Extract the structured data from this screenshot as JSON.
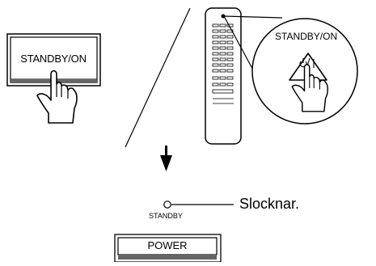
{
  "panel_button_label": "STANDBY/ON",
  "callout_label": "STANDBY/ON",
  "remote_button_symbol": "⏻/I",
  "standby_indicator_label": "STANDBY",
  "status_text": "Slocknar.",
  "power_button_label": "POWER",
  "icons": [
    "hand-pointer-icon",
    "down-arrow-icon",
    "indicator-lamp-icon",
    "remote-control-icon"
  ]
}
